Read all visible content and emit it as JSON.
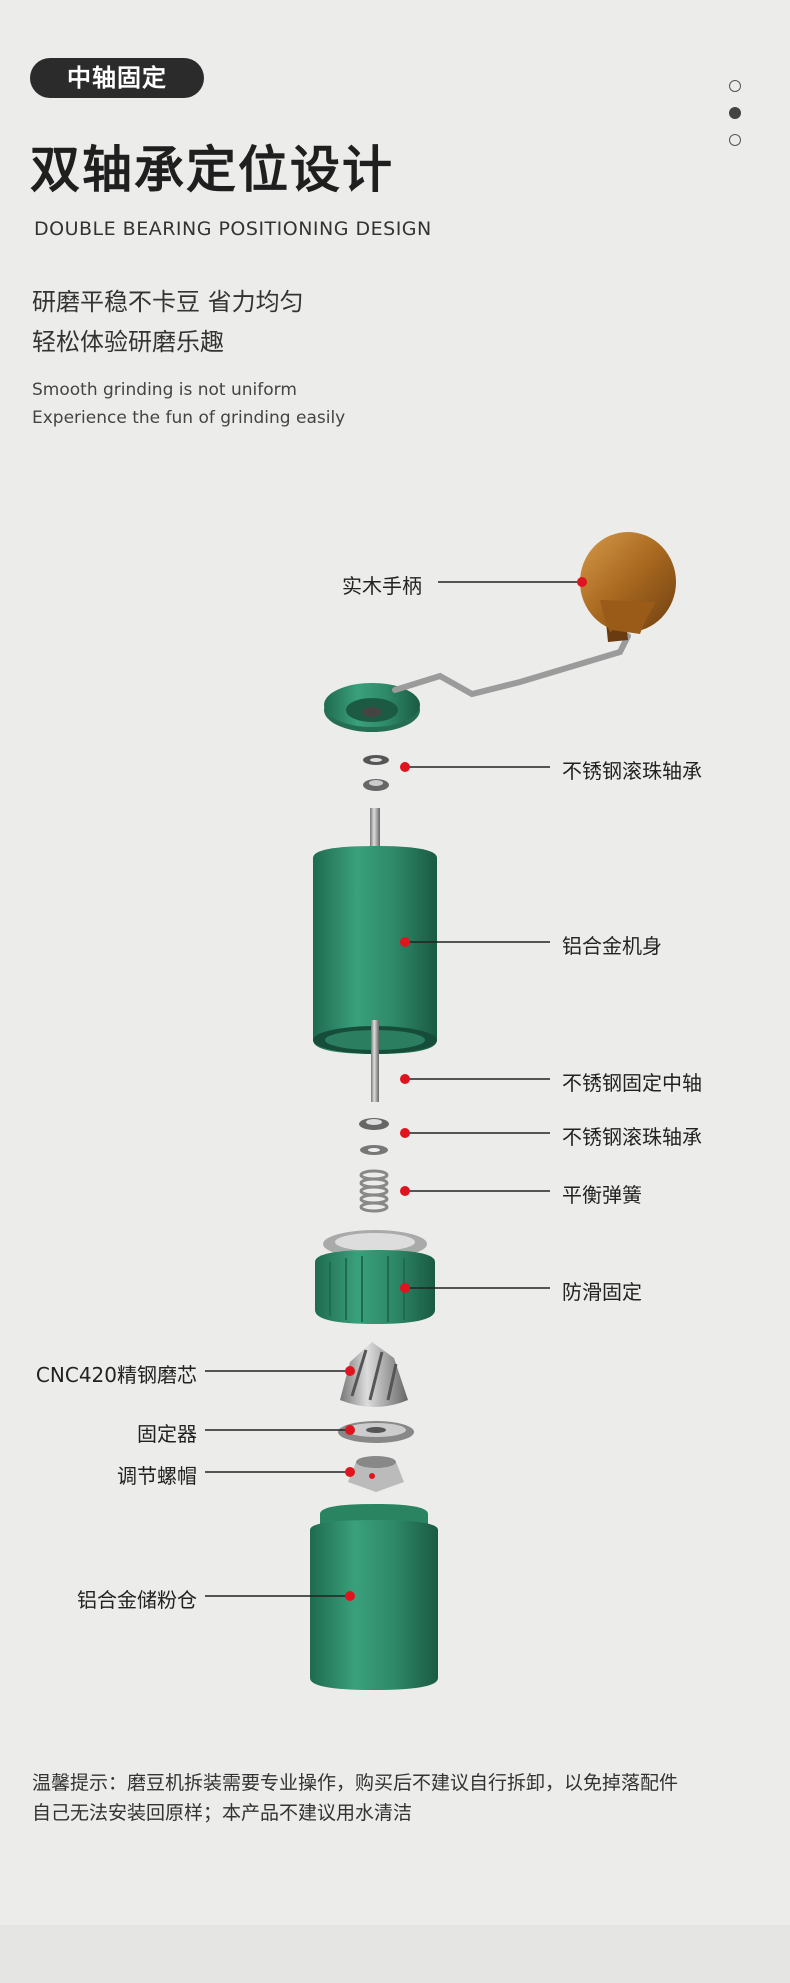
{
  "badge": "中轴固定",
  "title": "双轴承定位设计",
  "subtitle_en": "DOUBLE BEARING POSITIONING DESIGN",
  "description_cn": [
    "研磨平稳不卡豆 省力均匀",
    "轻松体验研磨乐趣"
  ],
  "description_en": [
    "Smooth grinding is not uniform",
    "Experience the fun of grinding easily"
  ],
  "labels": {
    "handle": "实木手柄",
    "bearing_top": "不锈钢滚珠轴承",
    "body": "铝合金机身",
    "shaft": "不锈钢固定中轴",
    "bearing_bottom": "不锈钢滚珠轴承",
    "spring": "平衡弹簧",
    "antislip": "防滑固定",
    "burr": "CNC420精钢磨芯",
    "fixer": "固定器",
    "nut": "调节螺帽",
    "container": "铝合金储粉仓"
  },
  "note": [
    "温馨提示：磨豆机拆装需要专业操作，购买后不建议自行拆卸，以免掉落配件",
    "自己无法安装回原样；本产品不建议用水清洁"
  ],
  "colors": {
    "accent_dot": "#e0141e",
    "green": "#2e8a68",
    "wood": "#a8681f"
  },
  "pagination": {
    "count": 3,
    "active": 1
  }
}
